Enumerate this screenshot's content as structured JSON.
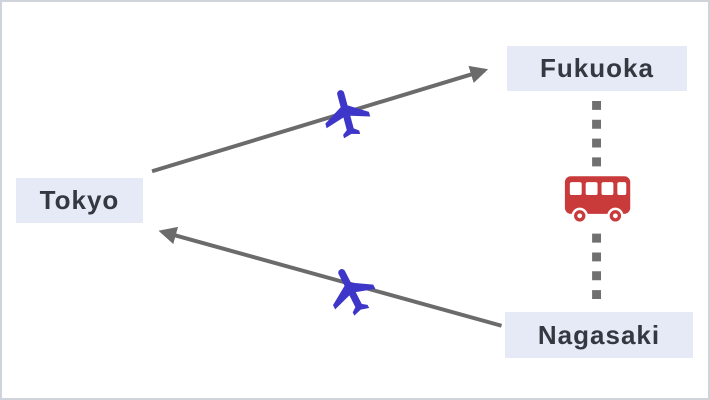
{
  "nodes": {
    "tokyo": {
      "label": "Tokyo"
    },
    "fukuoka": {
      "label": "Fukuoka"
    },
    "nagasaki": {
      "label": "Nagasaki"
    }
  },
  "edges": [
    {
      "from": "Tokyo",
      "to": "Fukuoka",
      "mode": "airplane",
      "line": "solid-arrow",
      "icon": "airplane-icon"
    },
    {
      "from": "Nagasaki",
      "to": "Tokyo",
      "mode": "airplane",
      "line": "solid-arrow",
      "icon": "airplane-icon"
    },
    {
      "from": "Fukuoka",
      "to": "Nagasaki",
      "mode": "bus",
      "line": "dotted",
      "icon": "bus-icon"
    }
  ],
  "colors": {
    "background": "#ffffff",
    "border": "#cfd4da",
    "node_bg": "#e5eaf6",
    "node_text": "#343841",
    "arrow": "#6b6b6b",
    "dotted_line": "#707070",
    "airplane": "#3d36c8",
    "bus": "#c93a3a"
  }
}
